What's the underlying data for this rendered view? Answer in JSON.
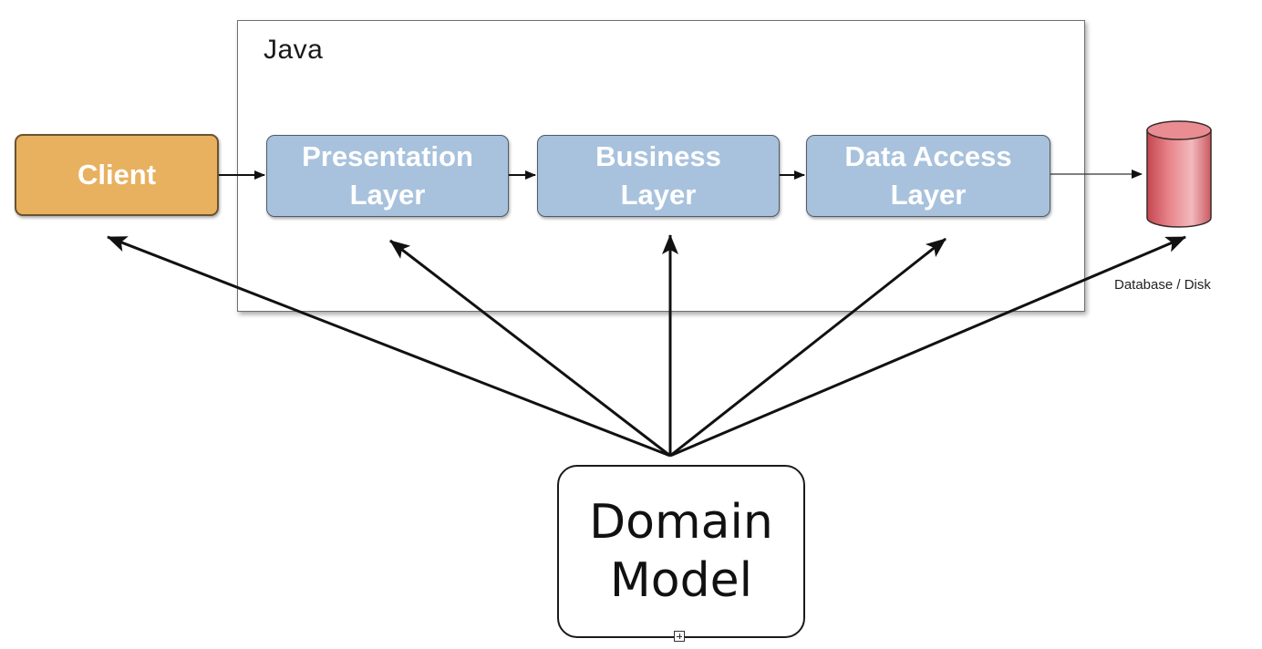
{
  "diagram": {
    "container": {
      "label": "Java"
    },
    "nodes": {
      "client": {
        "label": "Client",
        "color": "#e8b160"
      },
      "presentation": {
        "label": "Presentation\nLayer",
        "color": "#a8c2dd"
      },
      "business": {
        "label": "Business\nLayer",
        "color": "#a8c2dd"
      },
      "data_access": {
        "label": "Data Access\nLayer",
        "color": "#a8c2dd"
      },
      "database": {
        "label": "Database / Disk",
        "icon": "database-cylinder-icon",
        "color": "#d96b72"
      },
      "domain_model": {
        "label": "Domain\nModel"
      }
    },
    "edges": [
      {
        "from": "client",
        "to": "presentation"
      },
      {
        "from": "presentation",
        "to": "business"
      },
      {
        "from": "business",
        "to": "data_access"
      },
      {
        "from": "data_access",
        "to": "database"
      },
      {
        "from": "domain_model",
        "to": "client"
      },
      {
        "from": "domain_model",
        "to": "presentation"
      },
      {
        "from": "domain_model",
        "to": "business"
      },
      {
        "from": "domain_model",
        "to": "data_access"
      },
      {
        "from": "domain_model",
        "to": "database"
      }
    ]
  }
}
